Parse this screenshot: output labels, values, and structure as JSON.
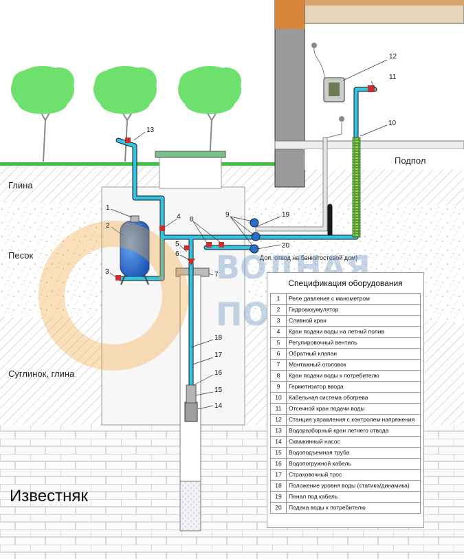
{
  "colors": {
    "pipe": "#34c3e0",
    "pipe_outline": "#1a1a1a",
    "accumulator": "#2a6fd0",
    "grass": "#3cc23c",
    "tree": "#6ee06e",
    "house": "#d9863a",
    "house_wall": "#8c8c8c",
    "valve": "#c83030",
    "watermark": "#f2a23a"
  },
  "soil_labels": {
    "clay": "Глина",
    "sand": "Песок",
    "loam": "Суглинок, глина",
    "limestone": "Известняк"
  },
  "house_label": "Подпол",
  "extra_outlet_note": "Доп. отвод  на  баню/гостевой дом)",
  "watermark_logo": [
    "ВОДНАЯ",
    "ПОМОЩЬ"
  ],
  "callouts": [
    "1",
    "2",
    "3",
    "4",
    "5",
    "6",
    "7",
    "8",
    "9",
    "10",
    "11",
    "12",
    "13",
    "14",
    "15",
    "16",
    "17",
    "18",
    "19",
    "20"
  ],
  "spec": {
    "title": "Спецификация оборудования",
    "rows": [
      {
        "n": "1",
        "text": "Реле давления с манометром"
      },
      {
        "n": "2",
        "text": "Гидроаккумулятор"
      },
      {
        "n": "3",
        "text": "Сливной кран"
      },
      {
        "n": "4",
        "text": "Кран подачи воды на летний полив"
      },
      {
        "n": "5",
        "text": "Регулировочный вентиль"
      },
      {
        "n": "6",
        "text": "Обратный клапан"
      },
      {
        "n": "7",
        "text": "Монтажный оголовок"
      },
      {
        "n": "8",
        "text": "Кран подачи воды к потребителю"
      },
      {
        "n": "9",
        "text": "Герметизатор ввода"
      },
      {
        "n": "10",
        "text": "Кабельная система обогрева"
      },
      {
        "n": "11",
        "text": "Отсечной кран подачи воды"
      },
      {
        "n": "12",
        "text": "Станция управления с контролем напряжения"
      },
      {
        "n": "13",
        "text": "Водоразборный кран летнего отвода"
      },
      {
        "n": "14",
        "text": "Скважинный  насос"
      },
      {
        "n": "15",
        "text": "Водоподъемная труба"
      },
      {
        "n": "16",
        "text": "Водопогружной кабель"
      },
      {
        "n": "17",
        "text": "Страховочный трос"
      },
      {
        "n": "18",
        "text": "Положение уровня воды  (статика/динамика)"
      },
      {
        "n": "19",
        "text": "Пенал под кабель"
      },
      {
        "n": "20",
        "text": "Подача воды к потребителю"
      }
    ]
  }
}
